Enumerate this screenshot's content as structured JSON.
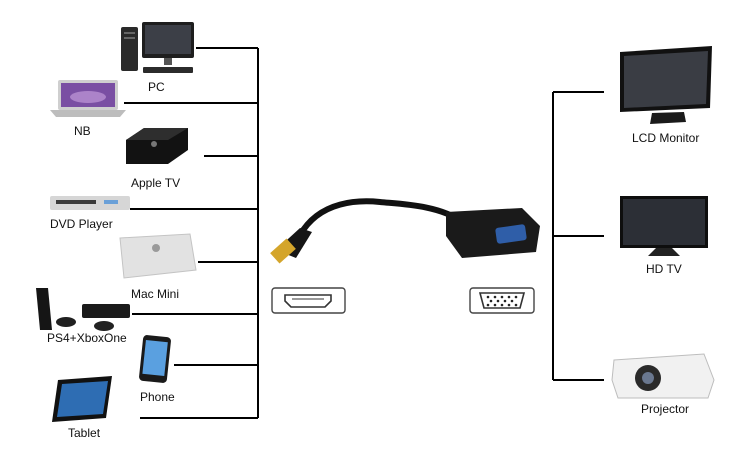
{
  "inputs": [
    {
      "label": "PC",
      "icon": "desktop-pc-icon"
    },
    {
      "label": "NB",
      "icon": "laptop-icon"
    },
    {
      "label": "Apple TV",
      "icon": "apple-tv-box-icon"
    },
    {
      "label": "DVD Player",
      "icon": "dvd-player-icon"
    },
    {
      "label": "Mac Mini",
      "icon": "mac-mini-icon"
    },
    {
      "label": "PS4+XboxOne",
      "icon": "game-consoles-icon"
    },
    {
      "label": "Phone",
      "icon": "smartphone-icon"
    },
    {
      "label": "Tablet",
      "icon": "tablet-icon"
    }
  ],
  "outputs": [
    {
      "label": "LCD Monitor",
      "icon": "lcd-monitor-icon"
    },
    {
      "label": "HD TV",
      "icon": "hd-tv-icon"
    },
    {
      "label": "Projector",
      "icon": "projector-icon"
    }
  ],
  "adapter": {
    "input_port": "hdmi-port-icon",
    "output_port": "vga-port-icon",
    "cable": "hdmi-to-vga-adapter-icon"
  },
  "colors": {
    "wire": "#000000",
    "device_dark": "#1b1b1b",
    "device_silver": "#d8d8d8",
    "screen_blue": "#6b8fc4"
  }
}
